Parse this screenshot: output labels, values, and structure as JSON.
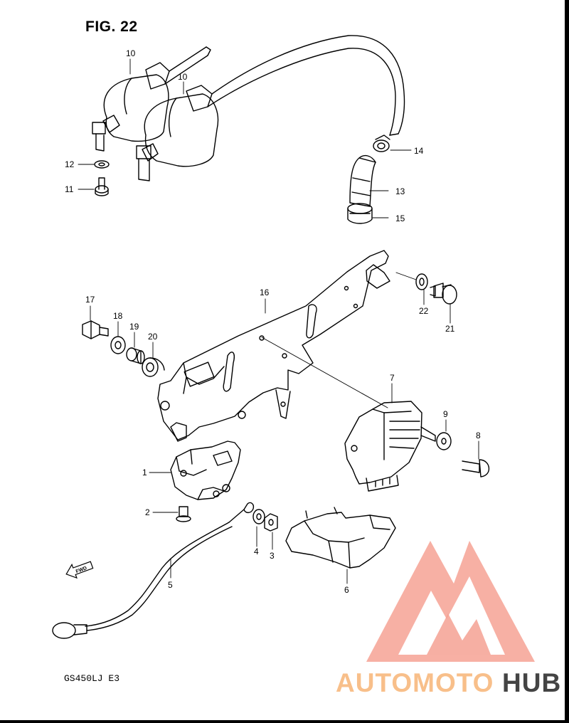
{
  "figure": {
    "title": "FIG. 22",
    "model_code": "GS450LJ E3"
  },
  "callouts": [
    "1",
    "2",
    "3",
    "4",
    "5",
    "6",
    "7",
    "8",
    "9",
    "10",
    "10",
    "11",
    "12",
    "13",
    "14",
    "15",
    "16",
    "17",
    "18",
    "19",
    "20",
    "21",
    "22"
  ],
  "fwd_label": "FWD",
  "watermark": {
    "text_part1": "AUTOMOTO",
    "text_part2": "HUB",
    "color_primary": "#f5a090",
    "color_secondary": "#f8c088",
    "color_dark": "#444444"
  }
}
